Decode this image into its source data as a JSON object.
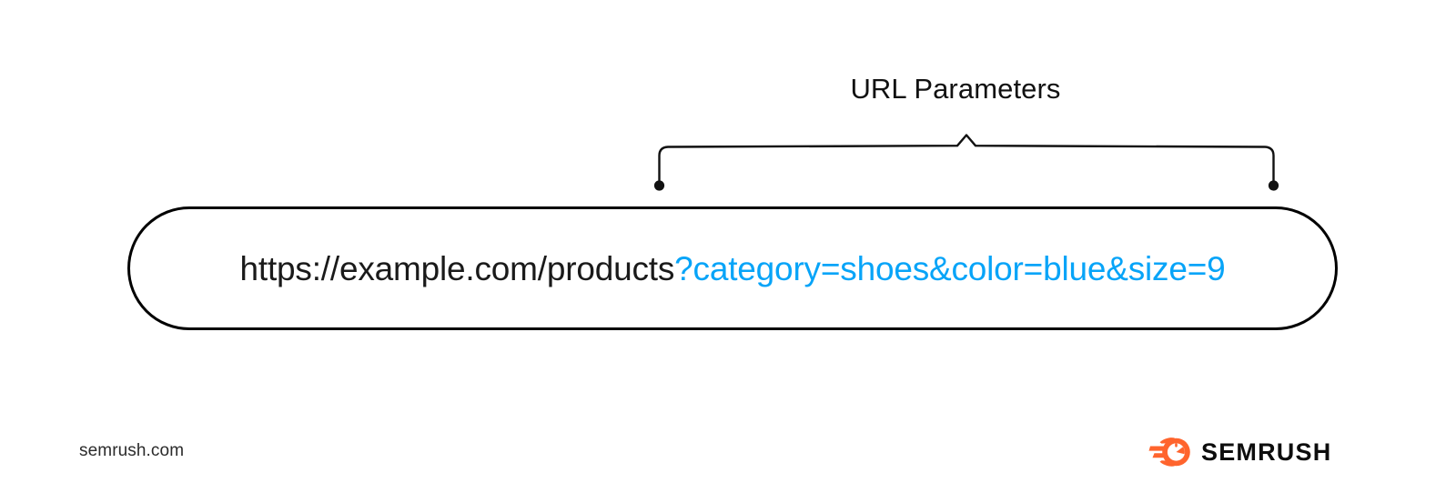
{
  "annotation": {
    "label": "URL Parameters",
    "brace_left_dot": "724,204",
    "brace_right_dot": "1398,204",
    "brace_peak": "1062,147"
  },
  "url_bar": {
    "base": "https://example.com/products",
    "params": "?category=shoes&color=blue&size=9",
    "full": "https://example.com/products?category=shoes&color=blue&size=9"
  },
  "footer": {
    "site": "semrush.com",
    "brand_name": "SEMRUSH"
  },
  "colors": {
    "param_blue": "#07A4F8",
    "base_black": "#1a1a1a",
    "brand_orange": "#FF642D",
    "outline": "#000000",
    "background": "#FFFFFF"
  }
}
